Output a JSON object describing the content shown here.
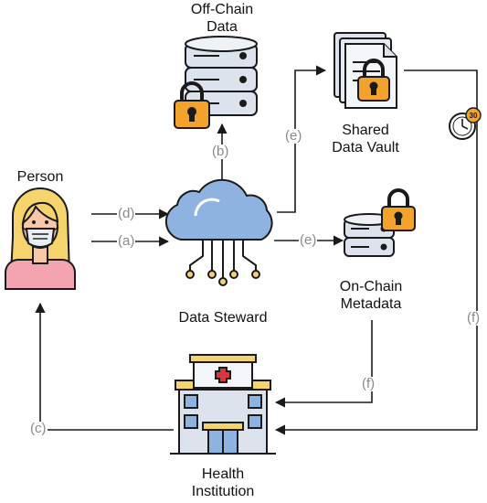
{
  "nodes": {
    "offchain": {
      "line1": "Off-Chain",
      "line2": "Data"
    },
    "vault": {
      "line1": "Shared",
      "line2": "Data Vault"
    },
    "person": {
      "label": "Person"
    },
    "steward": {
      "label": "Data Steward"
    },
    "onchain": {
      "line1": "On-Chain",
      "line2": "Metadata"
    },
    "health": {
      "line1": "Health",
      "line2": "Institution"
    }
  },
  "edges": {
    "a": "(a)",
    "b": "(b)",
    "c": "(c)",
    "d": "(d)",
    "e_vault": "(e)",
    "e_onchain": "(e)",
    "f_onchain": "(f)",
    "f_vault": "(f)"
  },
  "badges": {
    "timer": "30"
  },
  "colors": {
    "arrow": "#1a1a1a",
    "edge_label": "#8a8a8a",
    "cloud": "#8fb3e0",
    "lock": "#f3a32b",
    "database": "#dde3ec",
    "skin": "#f7c7a8",
    "hair": "#f6d46d",
    "shirt": "#f4a3b0",
    "cross": "#d9363e"
  }
}
